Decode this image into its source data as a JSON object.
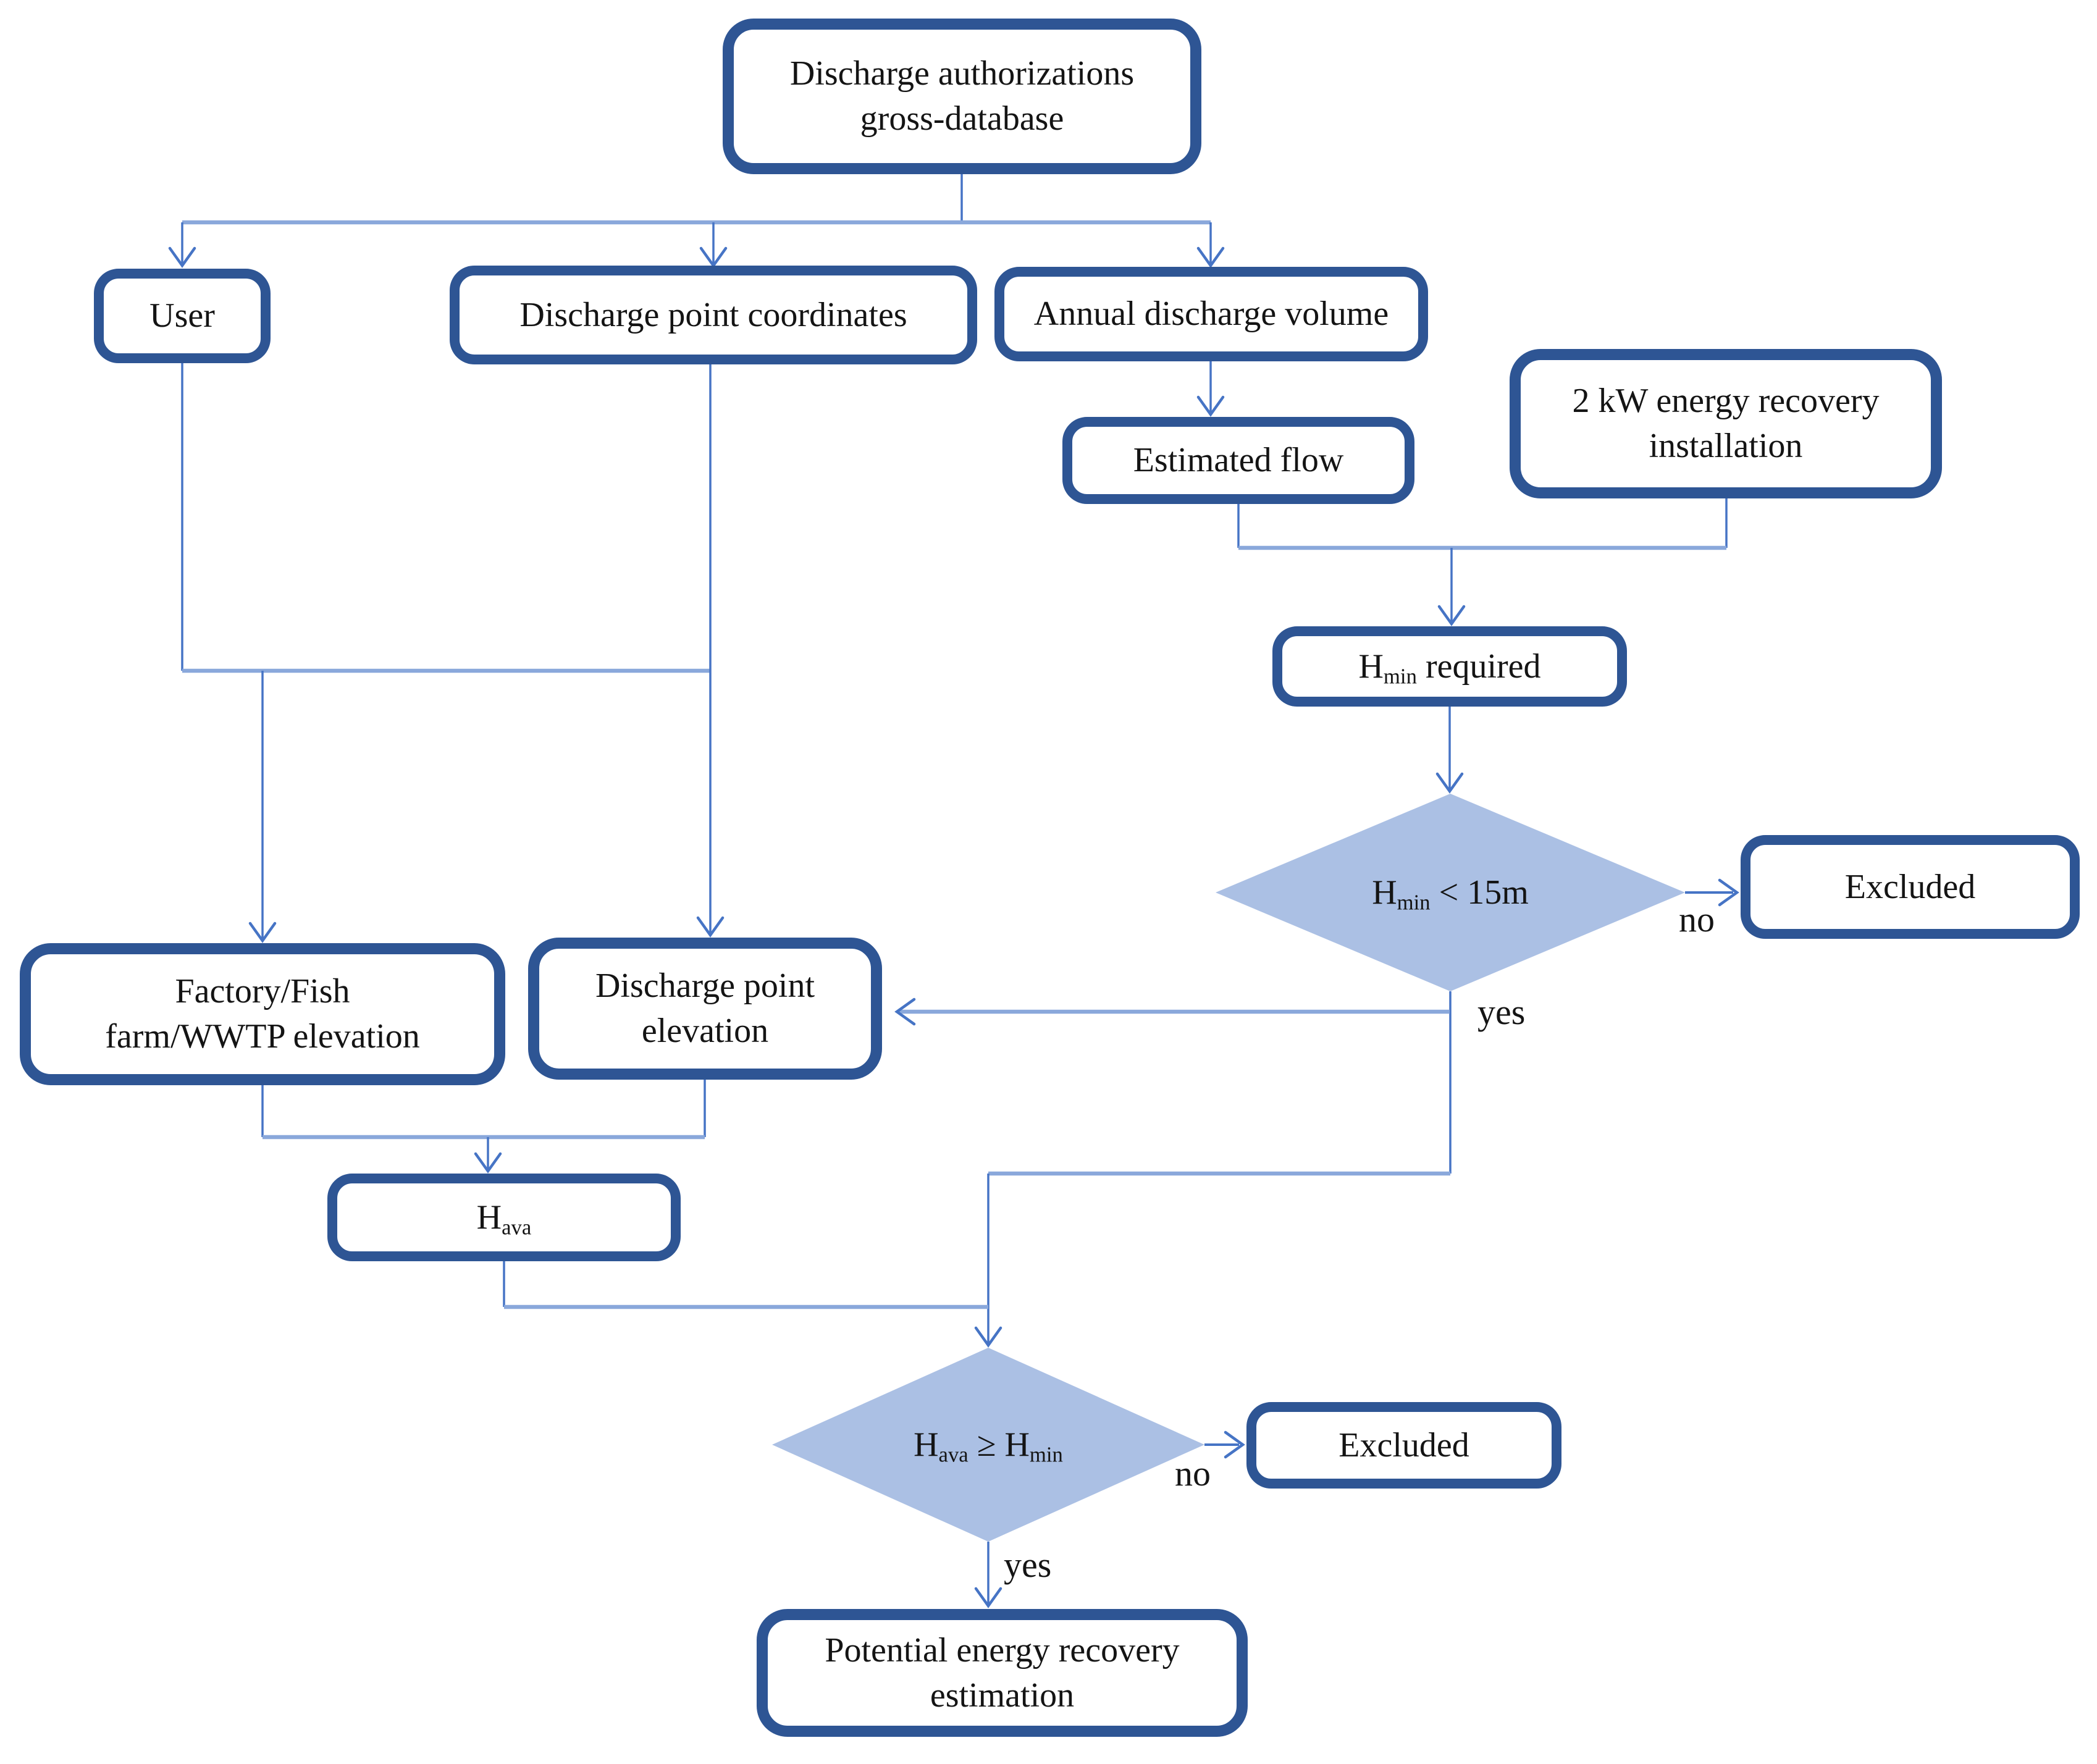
{
  "theme": {
    "box_border": "#2e5594",
    "diamond_fill": "#abc0e4",
    "connector": "#4674c5",
    "connector_light": "#8aa8db",
    "ink": "#141414"
  },
  "nodes": {
    "gross_database": {
      "line1": "Discharge authorizations",
      "line2": "gross-database"
    },
    "user": {
      "label": "User"
    },
    "coordinates": {
      "label": "Discharge point coordinates"
    },
    "annual_volume": {
      "label": "Annual discharge volume"
    },
    "estimated_flow": {
      "label": "Estimated flow"
    },
    "recovery_installation": {
      "line1": "2 kW energy recovery",
      "line2": "installation"
    },
    "hmin_required": {
      "base": "H",
      "sub": "min",
      "rest": " required"
    },
    "diamond_hmin": {
      "base": "H",
      "sub": "min",
      "rest": " < 15m"
    },
    "excluded1": {
      "label": "Excluded"
    },
    "factory_elevation": {
      "line1": "Factory/Fish",
      "line2": "farm/WWTP elevation"
    },
    "discharge_elevation": {
      "line1": "Discharge point",
      "line2": "elevation"
    },
    "hava": {
      "base": "H",
      "sub": "ava"
    },
    "diamond_hava": {
      "h1": "H",
      "sub1": "ava",
      "op": " ≥ ",
      "h2": "H",
      "sub2": "min"
    },
    "excluded2": {
      "label": "Excluded"
    },
    "potential": {
      "line1": "Potential energy recovery",
      "line2": "estimation"
    }
  },
  "edge_labels": {
    "no1": "no",
    "yes1": "yes",
    "no2": "no",
    "yes2": "yes"
  }
}
